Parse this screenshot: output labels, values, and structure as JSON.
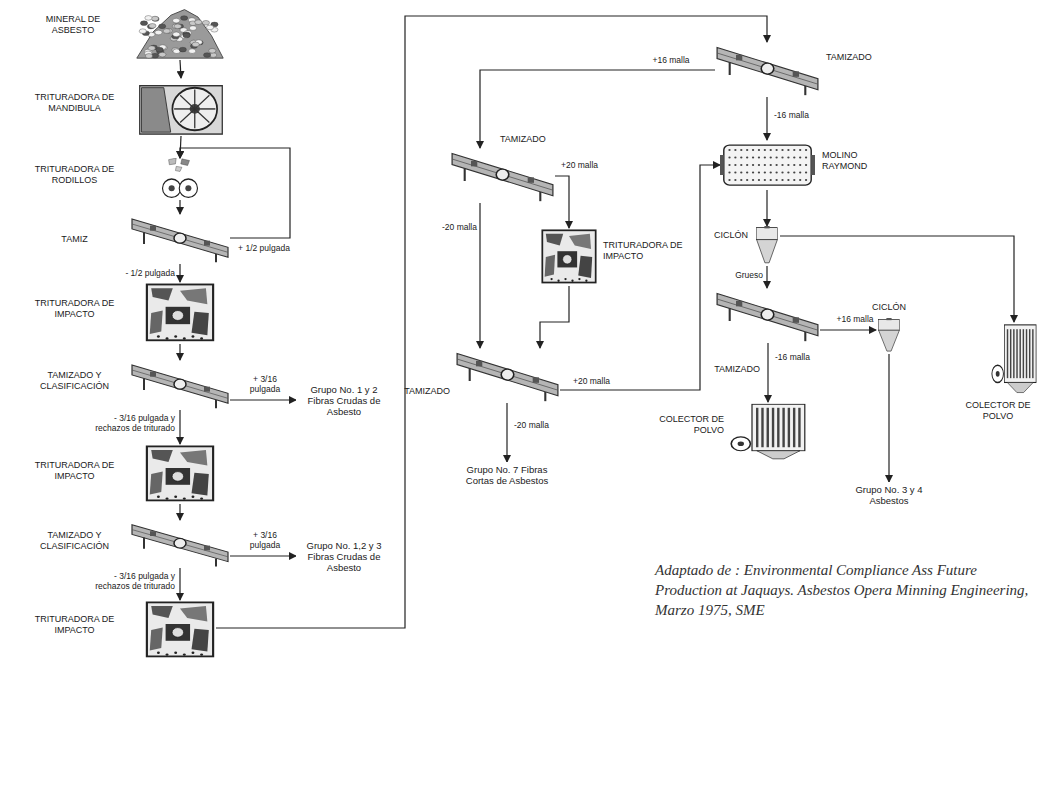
{
  "diagram": {
    "caption": "Adaptado de : Environmental Compliance Ass Future Production at Jaquays. Asbestos Opera Minning Engineering, Marzo 1975, SME",
    "nodes": [
      {
        "text": [
          "MINERAL DE ASBESTO"
        ]
      },
      {
        "text": [
          "TRITURADORA DE MANDIBULA"
        ]
      },
      {
        "text": [
          "TRITURADORA DE RODILLOS"
        ]
      },
      {
        "text": [
          "TAMIZ"
        ]
      },
      {
        "text": [
          "TRITURADORA DE IMPACTO"
        ]
      },
      {
        "text": [
          "TAMIZADO Y CLASIFICACIÓN"
        ]
      },
      {
        "text": [
          "Grupo No. 1 y 2 Fibras Crudas de Asbesto"
        ]
      },
      {
        "text": [
          "TRITURADORA DE IMPACTO"
        ]
      },
      {
        "text": [
          "TAMIZADO Y CLASIFICACIÓN"
        ]
      },
      {
        "text": [
          "Grupo No. 1,2 y 3 Fibras Crudas de Asbesto"
        ]
      },
      {
        "text": [
          "TRITURADORA DE IMPACTO"
        ]
      },
      {
        "text": [
          "TAMIZADO"
        ]
      },
      {
        "text": [
          "TAMIZADO"
        ]
      },
      {
        "text": [
          "TRITURADORA DE IMPACTO"
        ]
      },
      {
        "text": [
          "TAMIZADO"
        ]
      },
      {
        "text": [
          "Grupo No. 7 Fibras Cortas de Asbestos"
        ]
      },
      {
        "text": [
          "MOLINO RAYMOND"
        ]
      },
      {
        "text": [
          "CICLÓN"
        ]
      },
      {
        "text": [
          "TAMIZADO"
        ]
      },
      {
        "text": [
          "CICLÓN"
        ]
      },
      {
        "text": [
          "COLECTOR DE POLVO"
        ]
      },
      {
        "text": [
          "COLECTOR DE POLVO"
        ]
      },
      {
        "text": [
          "Grupo No. 3 y 4 Asbestos"
        ]
      }
    ],
    "edges": [
      {
        "from": 0,
        "to": 1,
        "arrow": "to"
      },
      {
        "from": 1,
        "to": 2,
        "arrow": "to"
      },
      {
        "from": 2,
        "to": 3,
        "arrow": "to"
      },
      {
        "from": 3,
        "to": 2,
        "arrow": "to",
        "label": "+ 1/2 pulgada"
      },
      {
        "from": 3,
        "to": 4,
        "arrow": "to",
        "label": "- 1/2 pulgada"
      },
      {
        "from": 4,
        "to": 5,
        "arrow": "to"
      },
      {
        "from": 5,
        "to": 6,
        "arrow": "to",
        "label": "+ 3/16 pulgada"
      },
      {
        "from": 5,
        "to": 7,
        "arrow": "to",
        "label": "- 3/16 pulgada y rechazos de triturado"
      },
      {
        "from": 7,
        "to": 8,
        "arrow": "to"
      },
      {
        "from": 8,
        "to": 9,
        "arrow": "to",
        "label": "+ 3/16 pulgada"
      },
      {
        "from": 8,
        "to": 10,
        "arrow": "to",
        "label": "- 3/16 pulgada y rechazos de triturado"
      },
      {
        "from": 10,
        "to": 11,
        "arrow": "to"
      },
      {
        "from": 11,
        "to": 12,
        "arrow": "to",
        "label": "+16 malla"
      },
      {
        "from": 11,
        "to": 16,
        "arrow": "to",
        "label": "-16 malla"
      },
      {
        "from": 12,
        "to": 13,
        "arrow": "to",
        "label": "+20 malla"
      },
      {
        "from": 12,
        "to": 14,
        "arrow": "to",
        "label": "-20 malla"
      },
      {
        "from": 13,
        "to": 14,
        "arrow": "to"
      },
      {
        "from": 14,
        "to": 16,
        "arrow": "to",
        "label": "+20 malla"
      },
      {
        "from": 14,
        "to": 15,
        "arrow": "to",
        "label": "-20 malla"
      },
      {
        "from": 16,
        "to": 17,
        "arrow": "to"
      },
      {
        "from": 17,
        "to": 18,
        "arrow": "to",
        "label": "Grueso"
      },
      {
        "from": 17,
        "to": 20,
        "arrow": "to"
      },
      {
        "from": 18,
        "to": 19,
        "arrow": "to",
        "label": "+16 malla"
      },
      {
        "from": 18,
        "to": 21,
        "arrow": "to",
        "label": "-16 malla"
      },
      {
        "from": 19,
        "to": 22,
        "arrow": "to"
      }
    ]
  }
}
